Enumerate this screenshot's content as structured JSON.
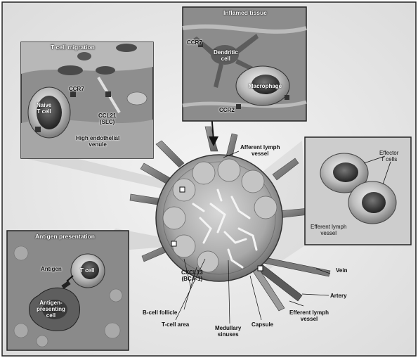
{
  "panels": {
    "tcell_migration": {
      "title": "T-cell migration",
      "ccr7": "CCR7",
      "cell": "Naive\nT cell",
      "ccl21": "CCL21\n(SLC)",
      "venule": "High endothelial\nvenule"
    },
    "inflamed_tissue": {
      "title": "Inflamed tissue",
      "ccr7": "CCR7",
      "dendritic": "Dendritic\ncell",
      "macrophage": "Macrophage",
      "ccr2": "CCR2"
    },
    "effector": {
      "tcells": "Effector\nT cells",
      "vessel": "Efferent lymph\nvessel"
    },
    "antigen_presentation": {
      "title": "Antigen presentation",
      "antigen": "Antigen",
      "tcell": "T cell",
      "apc": "Antigen-\npresenting\ncell"
    }
  },
  "node_labels": {
    "afferent": "Afferent lymph\nvessel",
    "cxcl13": "CXCL13\n(BCA-1)",
    "bcell_follicle": "B-cell follicle",
    "tcell_area": "T-cell area",
    "medullary": "Medullary\nsinuses",
    "capsule": "Capsule",
    "efferent": "Efferent lymph\nvessel",
    "vein": "Vein",
    "artery": "Artery"
  }
}
